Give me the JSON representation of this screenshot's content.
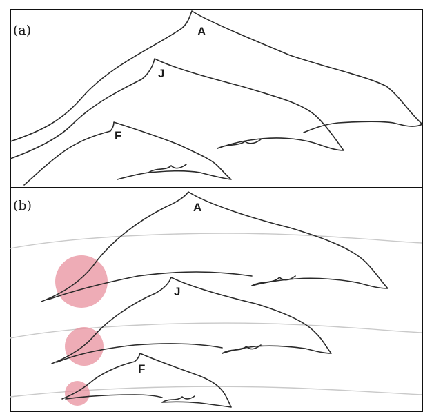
{
  "panels": [
    {
      "label": "(a)",
      "animals": [
        "A",
        "J",
        "F"
      ]
    },
    {
      "label": "(b)",
      "animals": [
        "A",
        "J",
        "F"
      ]
    }
  ],
  "colors": {
    "outline": "#2a2a2a",
    "highlight": "#e8909e",
    "water_line": "#c9c9c9",
    "frame": "#111111"
  }
}
